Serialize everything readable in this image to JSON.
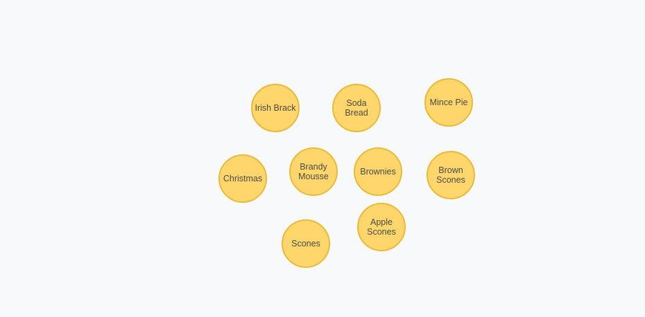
{
  "bubbles": [
    {
      "id": "irish-brack",
      "label": "Irish Brack"
    },
    {
      "id": "soda-bread",
      "label": "Soda Bread"
    },
    {
      "id": "mince-pie",
      "label": "Mince Pie"
    },
    {
      "id": "christmas",
      "label": "Christmas"
    },
    {
      "id": "brandy-mousse",
      "label": "Brandy Mousse"
    },
    {
      "id": "brownies",
      "label": "Brownies"
    },
    {
      "id": "brown-scones",
      "label": "Brown Scones"
    },
    {
      "id": "apple-scones",
      "label": "Apple Scones"
    },
    {
      "id": "scones",
      "label": "Scones"
    }
  ],
  "colors": {
    "background": "#f8f9fa",
    "bubble_fill": "#ffd66b",
    "bubble_stroke": "#e9b93a",
    "label_text": "#4a4a4a"
  }
}
